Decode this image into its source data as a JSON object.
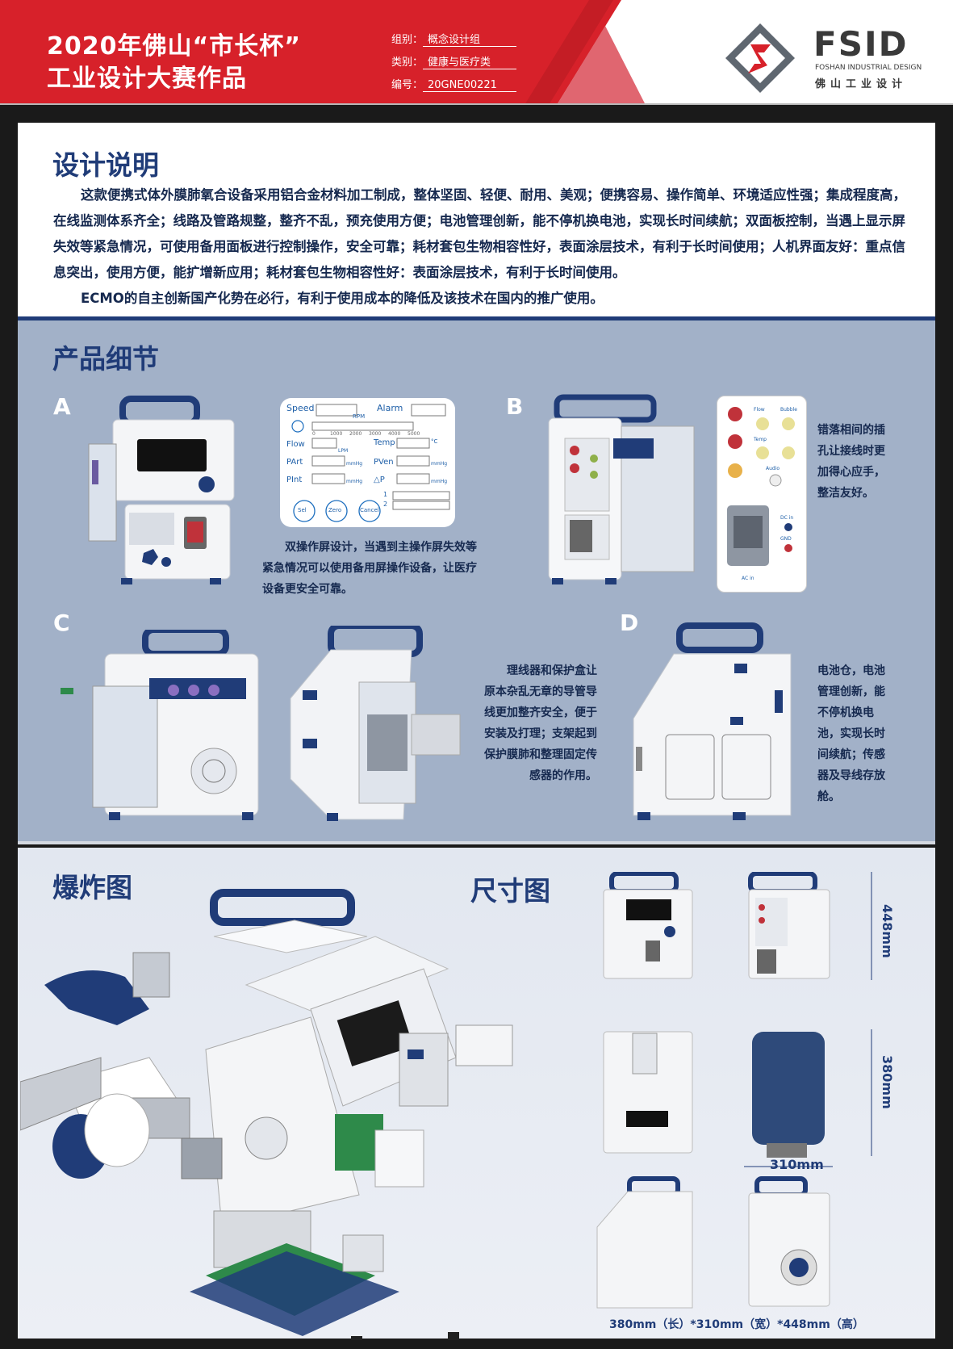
{
  "header": {
    "title_line1": "2020年佛山“市长杯”",
    "title_line2": "工业设计大赛作品",
    "group_label": "组别：",
    "group_value": "概念设计组",
    "category_label": "类别：",
    "category_value": "健康与医疗类",
    "number_label": "编号：",
    "number_value": "20GNE00221",
    "logo_text": "FSID",
    "logo_sub": "FOSHAN INDUSTRIAL DESIGN",
    "logo_cn": "佛山工业设计"
  },
  "design": {
    "title": "设计说明",
    "paragraph1": "这款便携式体外膜肺氧合设备采用铝合金材料加工制成，整体坚固、轻便、耐用、美观；便携容易、操作简单、环境适应性强；集成程度高，在线监测体系齐全；线路及管路规整，整齐不乱，预充使用方便；电池管理创新，能不停机换电池，实现长时间续航；双面板控制，当遇上显示屏失效等紧急情况，可使用备用面板进行控制操作，安全可靠；耗材套包生物相容性好，表面涂层技术，有利于长时间使用；人机界面友好：重点信息突出，使用方便，能扩增新应用；耗材套包生物相容性好：表面涂层技术，有利于长时间使用。",
    "paragraph2": "ECMO的自主创新国产化势在必行，有利于使用成本的降低及该技术在国内的推广使用。"
  },
  "details": {
    "title": "产品细节",
    "a_label": "A",
    "b_label": "B",
    "c_label": "C",
    "d_label": "D",
    "a_caption": "双操作屏设计，当遇到主操作屏失效等紧急情况可以使用备用屏操作设备，让医疗设备更安全可靠。",
    "b_caption": "错落相间的插孔让接线时更加得心应手，整洁友好。",
    "c_caption": "理线器和保护盒让原本杂乱无章的导管导线更加整齐安全，便于安装及打理；支架起到保护膜肺和整理固定传感器的作用。",
    "d_caption": "电池仓，电池管理创新，能不停机换电池，实现长时间续航；传感器及导线存放舱。",
    "panel": {
      "speed": "Speed",
      "alarm": "Alarm",
      "rpm": "RPM",
      "flow": "Flow",
      "lpm": "LPM",
      "temp": "Temp",
      "celsius": "°C",
      "part": "PArt",
      "pven": "PVen",
      "pint": "PInt",
      "dp": "△P",
      "mmhg": "mmHg",
      "sel": "Sel",
      "zero": "Zero",
      "cancel": "Cancel",
      "ticks": [
        "0",
        "1000",
        "2000",
        "3000",
        "4000",
        "5000"
      ],
      "b1": "1",
      "b2": "2"
    },
    "b_panel": {
      "flow": "Flow",
      "bubble": "Bubble",
      "temp": "Temp",
      "audio": "Audio",
      "dc_in": "DC in",
      "gnd": "GND",
      "ac_in": "AC in"
    }
  },
  "exploded": {
    "title": "爆炸图"
  },
  "dimensions": {
    "title": "尺寸图",
    "height": "448mm",
    "depth": "380mm",
    "width": "310mm",
    "summary": "380mm（长）*310mm（宽）*448mm（高）"
  },
  "colors": {
    "red": "#d7212a",
    "navy": "#203c78",
    "panel_blue": "#a2b1c8"
  }
}
